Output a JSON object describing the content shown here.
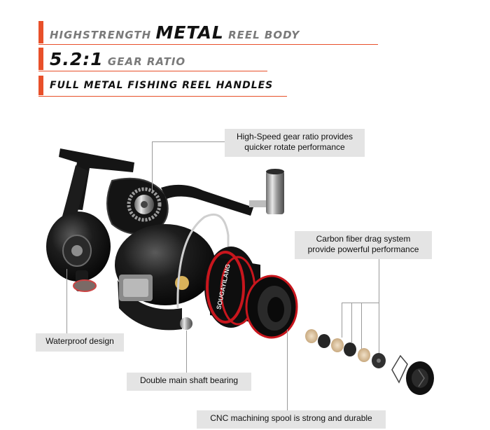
{
  "headlines": {
    "line1_small_a": "HIGHSTRENGTH",
    "line1_big": "METAL",
    "line1_small_b": "REEL BODY",
    "line2_big": "5.2:1",
    "line2_small": "GEAR RATIO",
    "line3": "FULL METAL FISHING REEL HANDLES"
  },
  "callouts": {
    "gear_ratio": [
      "High-Speed gear ratio provides",
      "quicker rotate performance"
    ],
    "drag": [
      "Carbon fiber drag system",
      "provide powerful performance"
    ],
    "waterproof": "Waterproof design",
    "bearing": "Double main shaft bearing",
    "spool": "CNC machining spool is strong and durable"
  },
  "spool_print": "SOUGAYILANG",
  "colors": {
    "accent": "#e8502a",
    "caption_bg": "#e4e4e4",
    "reel_black": "#141414",
    "spool_red": "#c8161d"
  }
}
